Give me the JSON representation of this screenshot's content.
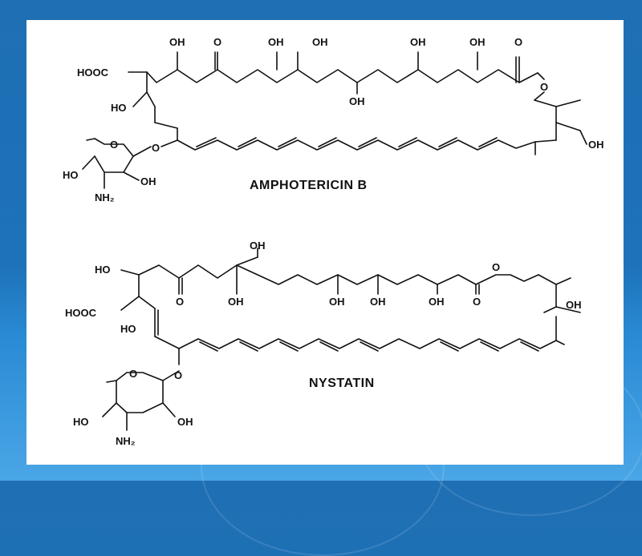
{
  "background": {
    "color_top": "#1f6fb4",
    "color_bottom": "#4aa6e6",
    "panel_color": "#ffffff"
  },
  "molecules": [
    {
      "name": "AMPHOTERICIN B",
      "labels": {
        "oh1": "OH",
        "o1": "O",
        "oh2": "OH",
        "oh3": "OH",
        "oh4": "OH",
        "oh5": "OH",
        "o_ester_carbonyl": "O",
        "hooc": "HOOC",
        "oh_mid": "OH",
        "o_ester": "O",
        "ho_left": "HO",
        "glyco_o": "O",
        "ring_o": "O",
        "oh_right": "OH",
        "ho_sugar": "HO",
        "oh_sugar": "OH",
        "nh2": "NH₂"
      }
    },
    {
      "name": "NYSTATIN",
      "labels": {
        "oh_top": "OH",
        "ho_left": "HO",
        "o_ester": "O",
        "hooc": "HOOC",
        "o_ketone": "O",
        "oh_a": "OH",
        "oh_b": "OH",
        "oh_c": "OH",
        "oh_d": "OH",
        "o_carbonyl": "O",
        "oh_right": "OH",
        "ho_inner": "HO",
        "glyco_o": "O",
        "ring_o": "O",
        "ho_sugar": "HO",
        "oh_sugar": "OH",
        "nh2": "NH₂"
      }
    }
  ]
}
